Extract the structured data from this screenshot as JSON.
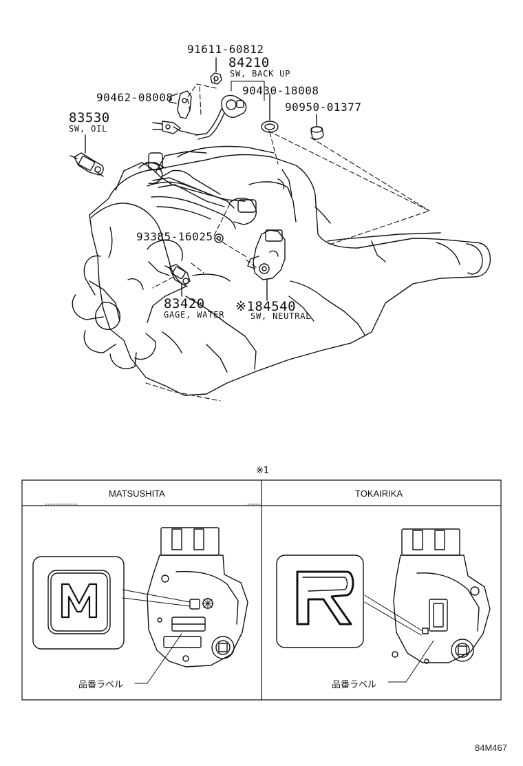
{
  "parts": [
    {
      "id": "p1",
      "number": "91611-60812",
      "name": ""
    },
    {
      "id": "p2",
      "number": "84210",
      "name": "SW, BACK UP"
    },
    {
      "id": "p3",
      "number": "90462-08008",
      "name": ""
    },
    {
      "id": "p4",
      "number": "90430-18008",
      "name": ""
    },
    {
      "id": "p5",
      "number": "90950-01377",
      "name": ""
    },
    {
      "id": "p6",
      "number": "83530",
      "name": "SW, OIL"
    },
    {
      "id": "p7",
      "number": "93385-16025",
      "name": ""
    },
    {
      "id": "p8",
      "number": "83420",
      "name": "GAGE, WATER"
    },
    {
      "id": "p9",
      "number": "※184540",
      "name": "SW, NEUTRAL"
    }
  ],
  "detail": {
    "note_marker": "※1",
    "columns": [
      "MATSUSHITA",
      "TOKAIRIKA"
    ],
    "label_caption_left": "品番ラベル",
    "label_caption_right": "品番ラベル"
  },
  "drawing_id": "84M467",
  "colors": {
    "ink": "#111111",
    "background": "#ffffff"
  }
}
